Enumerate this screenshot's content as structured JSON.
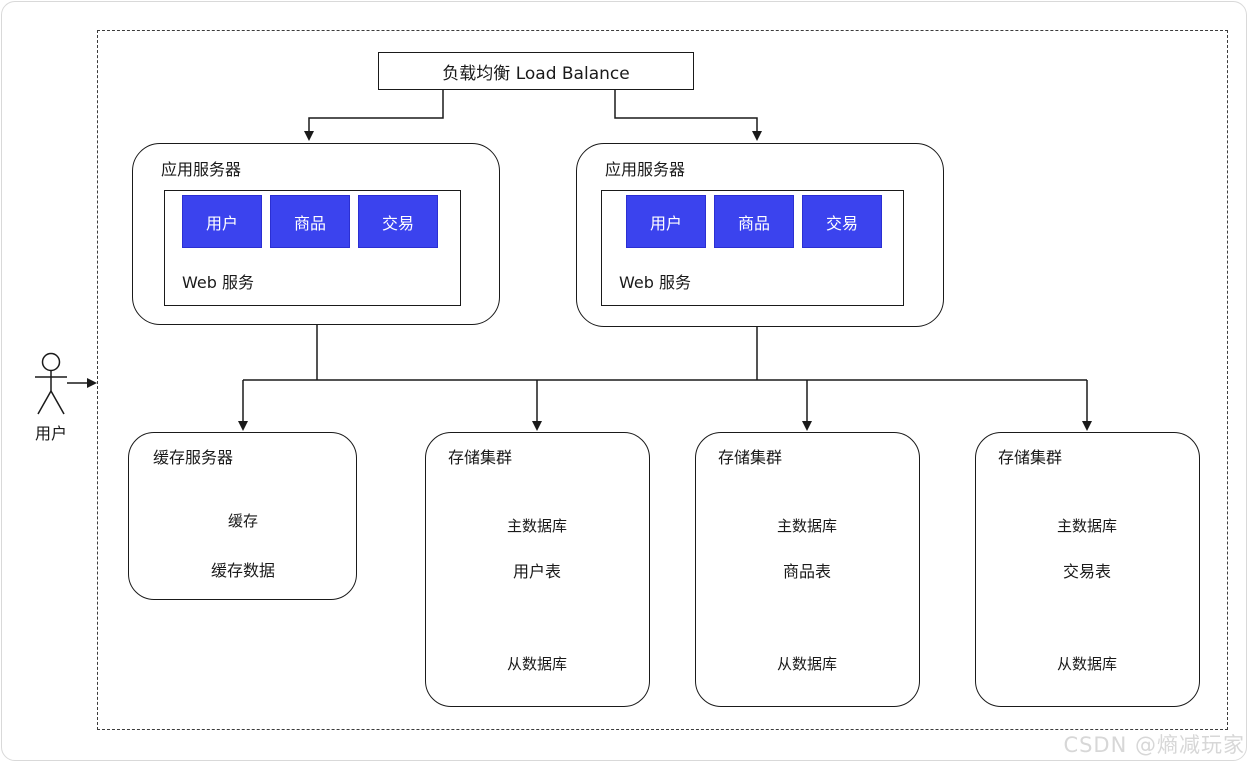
{
  "diagram": {
    "load_balancer": {
      "label": "负载均衡 Load Balance"
    },
    "actor": {
      "label": "用户"
    },
    "app_servers": [
      {
        "title": "应用服务器",
        "web_service_label": "Web 服务",
        "modules": [
          "用户",
          "商品",
          "交易"
        ]
      },
      {
        "title": "应用服务器",
        "web_service_label": "Web 服务",
        "modules": [
          "用户",
          "商品",
          "交易"
        ]
      }
    ],
    "cache_server": {
      "title": "缓存服务器",
      "cylinder_label": "缓存",
      "caption": "缓存数据"
    },
    "storage_clusters": [
      {
        "title": "存储集群",
        "master_label": "主数据库",
        "table_label": "用户表",
        "slave_label": "从数据库"
      },
      {
        "title": "存储集群",
        "master_label": "主数据库",
        "table_label": "商品表",
        "slave_label": "从数据库"
      },
      {
        "title": "存储集群",
        "master_label": "主数据库",
        "table_label": "交易表",
        "slave_label": "从数据库"
      }
    ],
    "watermark": "CSDN @熵减玩家",
    "colors": {
      "module_blue": "#3b43ee",
      "line": "#1a1a1a",
      "watermark_gray": "#d7d7d7"
    }
  }
}
